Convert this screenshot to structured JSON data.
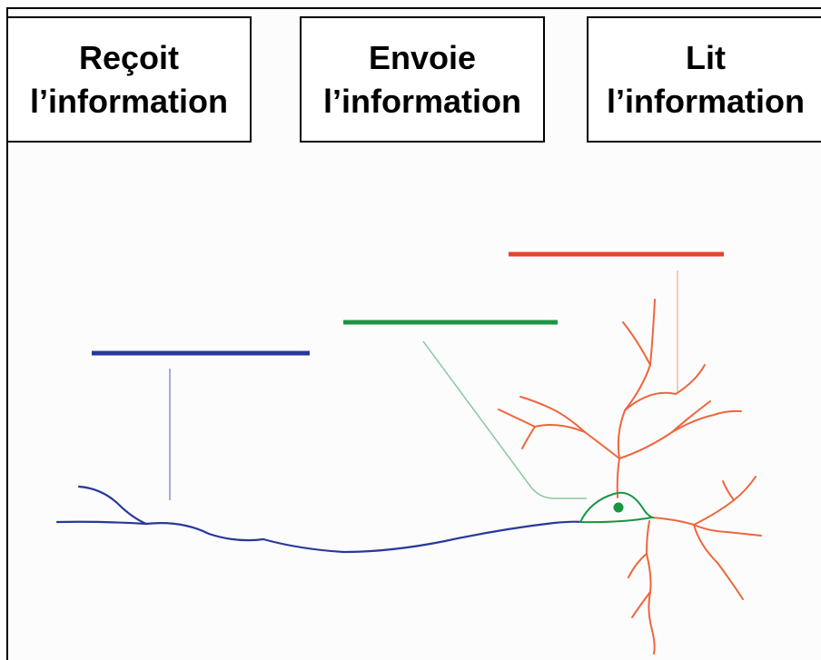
{
  "labels": [
    {
      "line1": "Reçoit",
      "line2": "l’information"
    },
    {
      "line1": "Envoie",
      "line2": "l’information"
    },
    {
      "line1": "Lit",
      "line2": "l’information"
    }
  ],
  "colors": {
    "axon_blue": "#28389a",
    "cell_body_green": "#1a9640",
    "dendrite_orange": "#f0653c",
    "red_bar": "#e8442a",
    "frame": "#000000"
  }
}
